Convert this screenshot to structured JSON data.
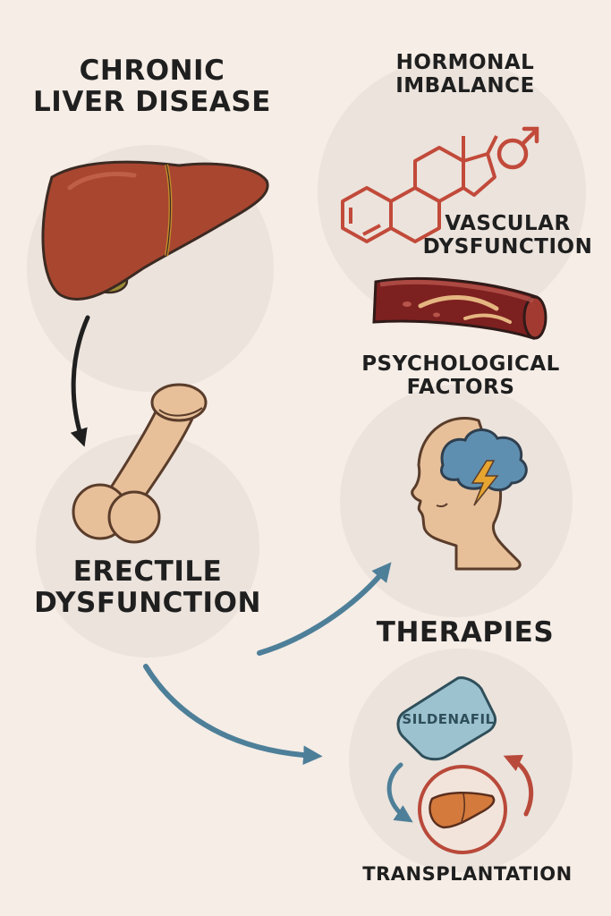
{
  "title_cld": [
    "CHRONIC",
    "LIVER DISEASE"
  ],
  "title_ed": [
    "ERECTILE",
    "DYSFUNCTION"
  ],
  "label_hormonal": [
    "HORMONAL",
    "IMBALANCE"
  ],
  "label_vascular": [
    "VASCULAR",
    "DYSFUNCTION"
  ],
  "label_psych": [
    "PSYCHOLOGICAL",
    "FACTORS"
  ],
  "label_therapies": "THERAPIES",
  "pill_label": "SILDENAFIL",
  "label_transplant": "TRANSPLANTATION",
  "icons": [
    "liver-icon",
    "penis-icon",
    "steroid-structure-icon",
    "male-symbol-icon",
    "blood-vessel-icon",
    "head-storm-icon",
    "pill-icon",
    "transplant-liver-icon"
  ],
  "colors": {
    "background": "#f5ede6",
    "circle": "#ebe3dc",
    "liver": "#a84630",
    "molecule": "#c24a3a",
    "skin": "#e7c09a",
    "storm_cloud": "#5f8fb0",
    "pill": "#9cc2d0",
    "arrow_blue": "#4e7f99",
    "arrow_red": "#b9493a",
    "text": "#1f1f1f"
  }
}
